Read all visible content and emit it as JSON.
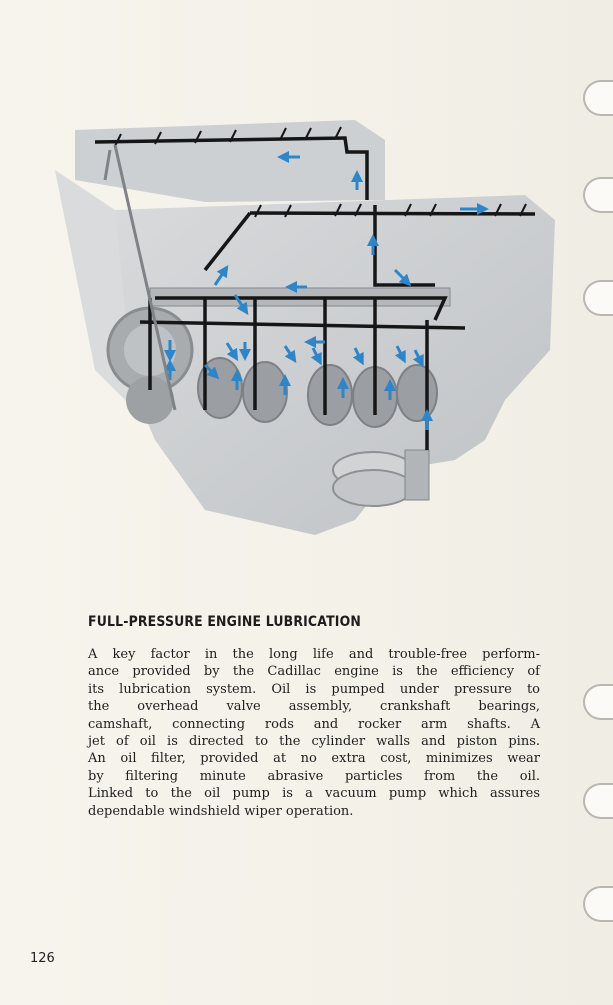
{
  "heading": "FULL-PRESSURE ENGINE LUBRICATION",
  "paragraph_lines": [
    "A key factor in the long life and trouble-free perform-",
    "ance provided by the Cadillac engine is the efficiency of",
    "its lubrication system. Oil is pumped under pressure to",
    "the overhead valve assembly, crankshaft bearings,",
    "camshaft, connecting rods and rocker arm shafts. A",
    "jet of oil is directed to the cylinder walls and piston pins.",
    "An oil filter, provided at no extra cost, minimizes wear",
    "by filtering minute abrasive particles from the oil.",
    "Linked to the oil pump is a vacuum pump which assures",
    "dependable windshield wiper operation."
  ],
  "page_number": "126",
  "colors": {
    "arrow_blue": "#2e86c9",
    "line_black": "#161616",
    "engine_gray": "#c9cbcd"
  }
}
